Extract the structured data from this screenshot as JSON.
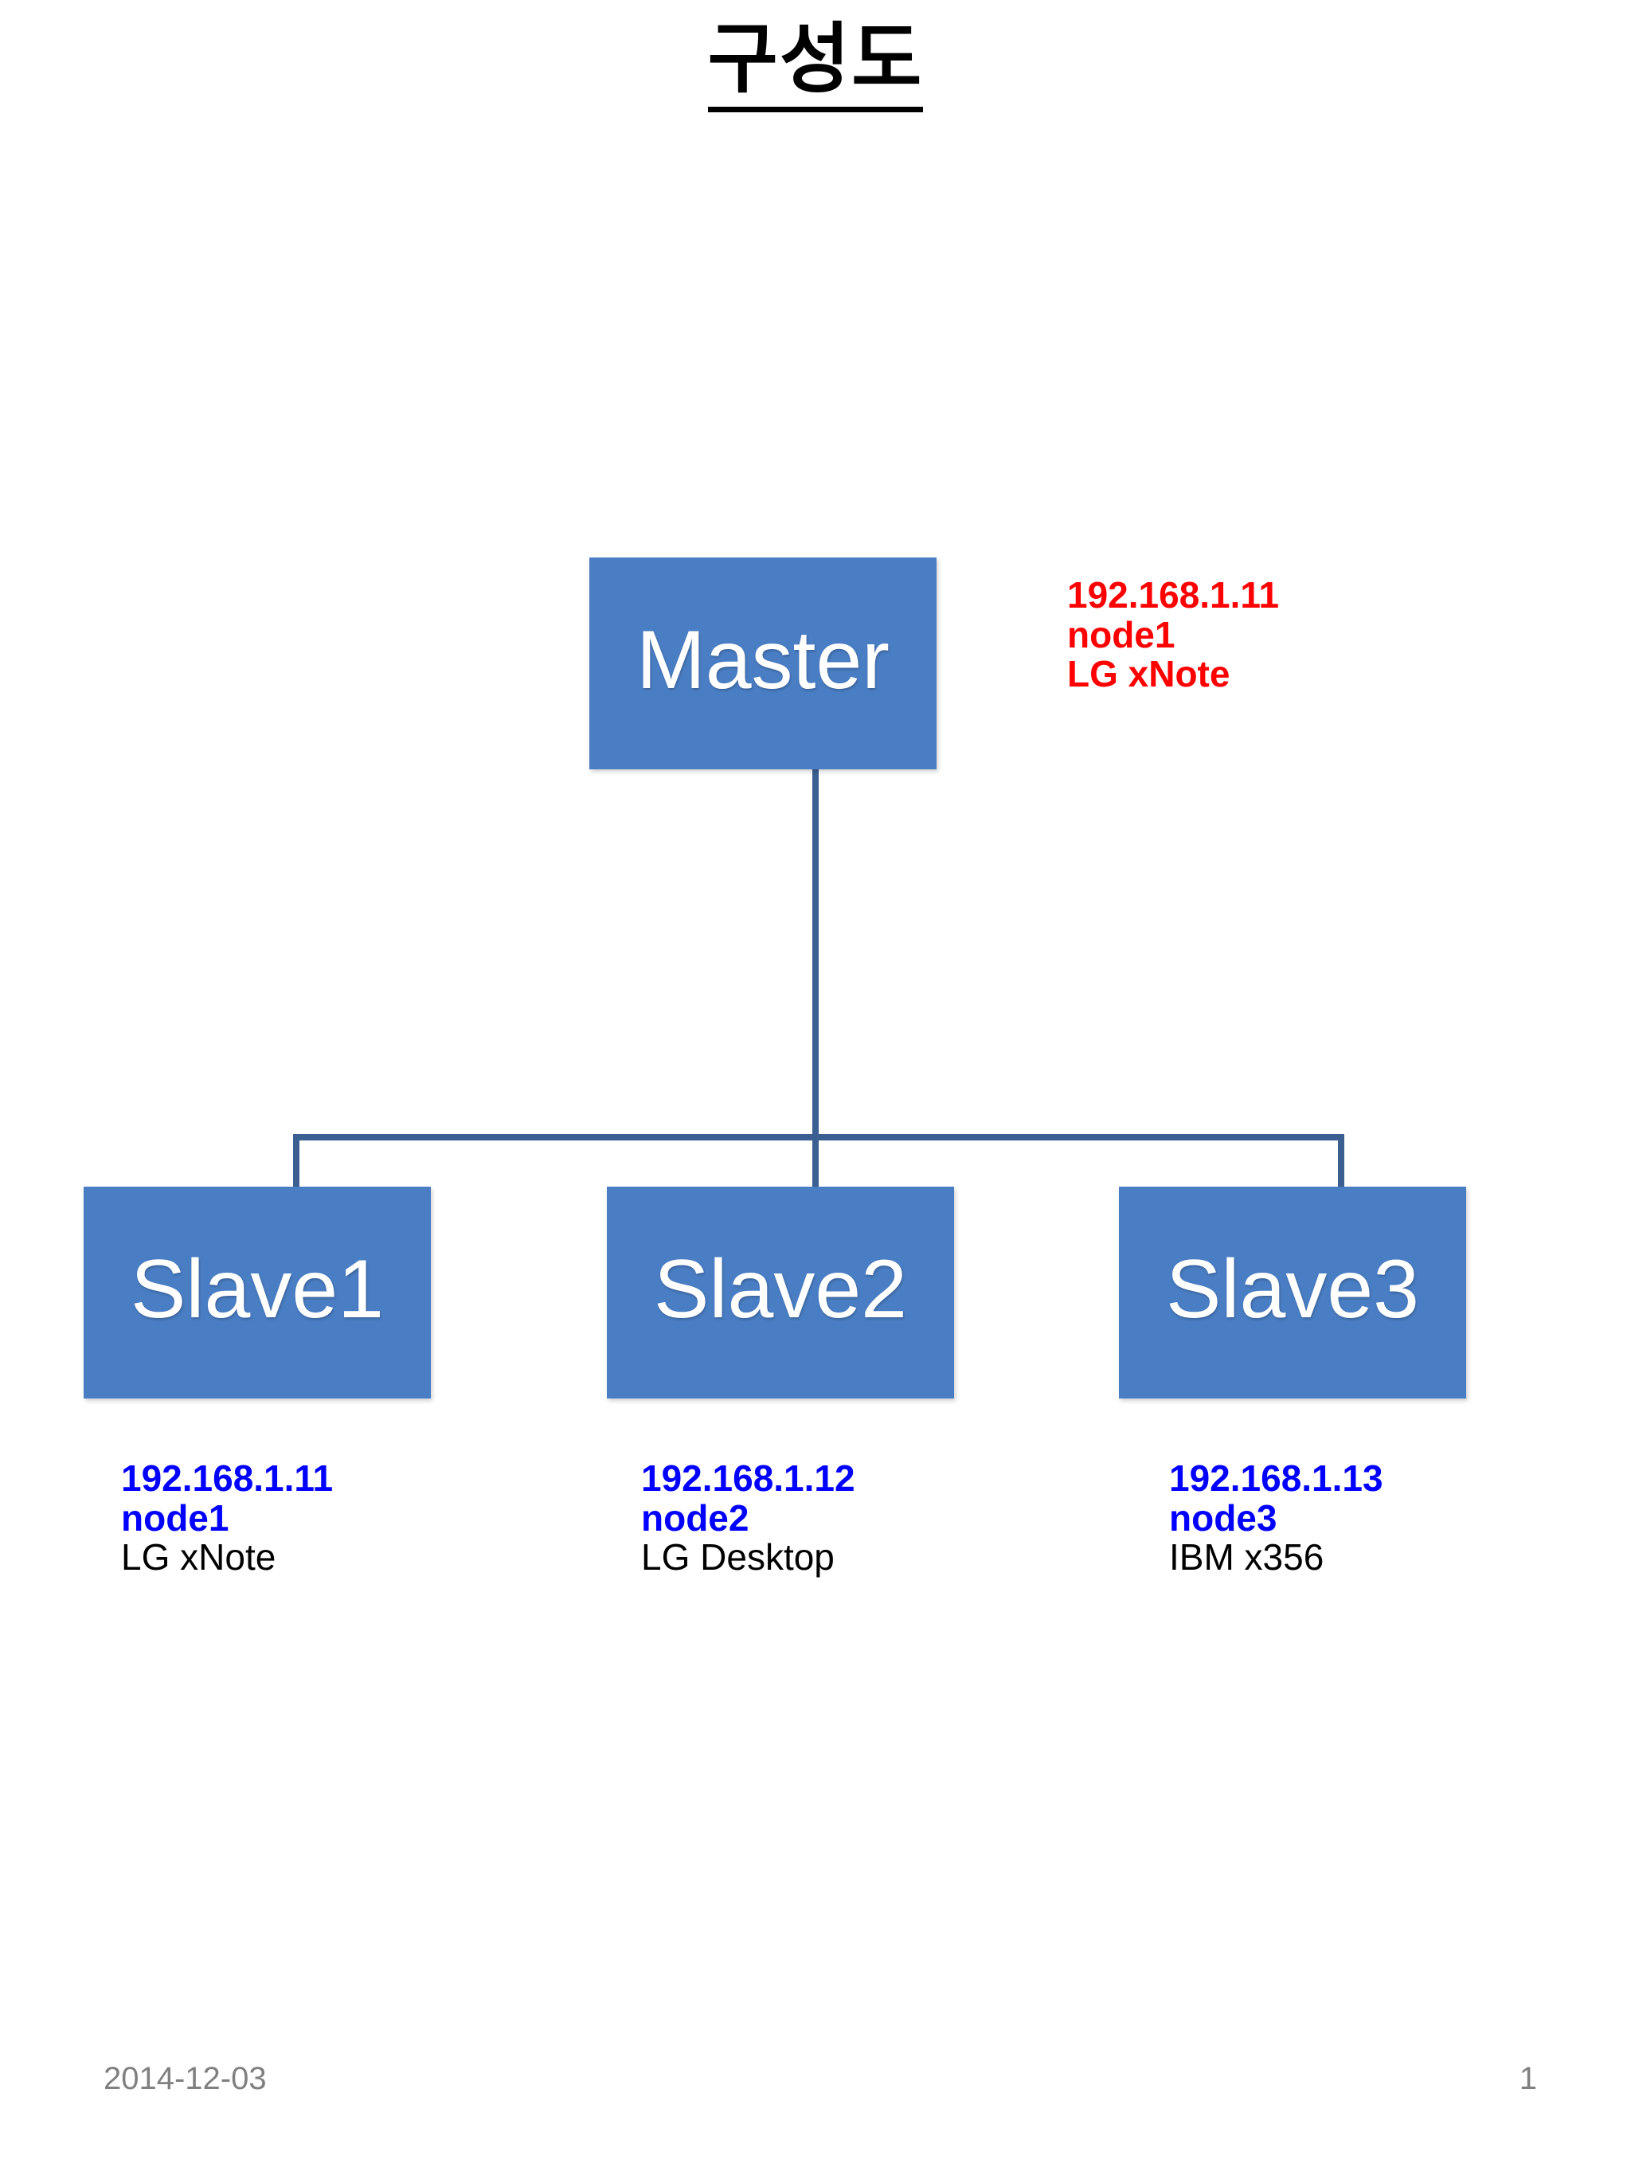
{
  "slide": {
    "title": "구성도",
    "background_color": "#ffffff"
  },
  "colors": {
    "node_fill": "#4A7EC4",
    "node_text": "#ffffff",
    "connector": "#3C5F92",
    "master_annotation": "#FF0000",
    "slave_annotation": "#0000FF",
    "model_text": "#000000",
    "footer_text": "#808080"
  },
  "nodes": {
    "master": {
      "label": "Master",
      "annotation": {
        "ip": "192.168.1.11",
        "hostname": "node1",
        "model": "LG xNote"
      }
    },
    "slaves": [
      {
        "label": "Slave1",
        "annotation": {
          "ip": "192.168.1.11",
          "hostname": "node1",
          "model": "LG xNote"
        }
      },
      {
        "label": "Slave2",
        "annotation": {
          "ip": "192.168.1.12",
          "hostname": "node2",
          "model": "LG Desktop"
        }
      },
      {
        "label": "Slave3",
        "annotation": {
          "ip": "192.168.1.13",
          "hostname": "node3",
          "model": "IBM x356"
        }
      }
    ]
  },
  "footer": {
    "date": "2014-12-03",
    "page_number": "1"
  }
}
